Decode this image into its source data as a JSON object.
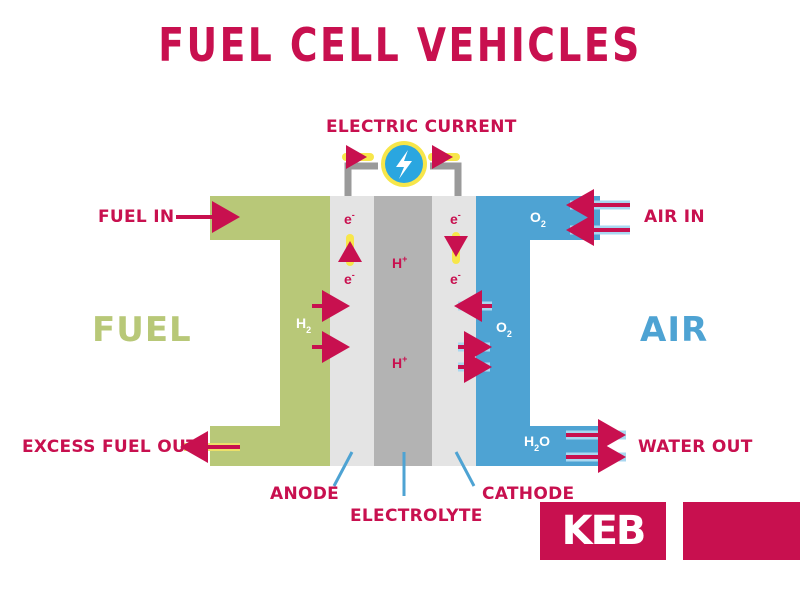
{
  "title": "FUEL CELL VEHICLES",
  "labels": {
    "electric_current": "ELECTRIC CURRENT",
    "fuel_in": "FUEL IN",
    "air_in": "AIR IN",
    "fuel": "FUEL",
    "air": "AIR",
    "excess_fuel_out": "EXCESS FUEL OUT",
    "water_out": "WATER OUT",
    "anode": "ANODE",
    "electrolyte": "ELECTROLYTE",
    "cathode": "CATHODE"
  },
  "logo": {
    "text": "KEB"
  },
  "colors": {
    "magenta": "#c8104f",
    "fuel_green": "#b8c878",
    "air_blue": "#4ea3d3",
    "electrode_light": "#e4e4e4",
    "electrolyte_gray": "#b3b3b3",
    "arrow_yellow": "#f7e64a",
    "blue_label": "#4ea3d3",
    "green_label": "#b8c878"
  },
  "icons": {
    "current_source": "lightning-bolt-icon"
  }
}
